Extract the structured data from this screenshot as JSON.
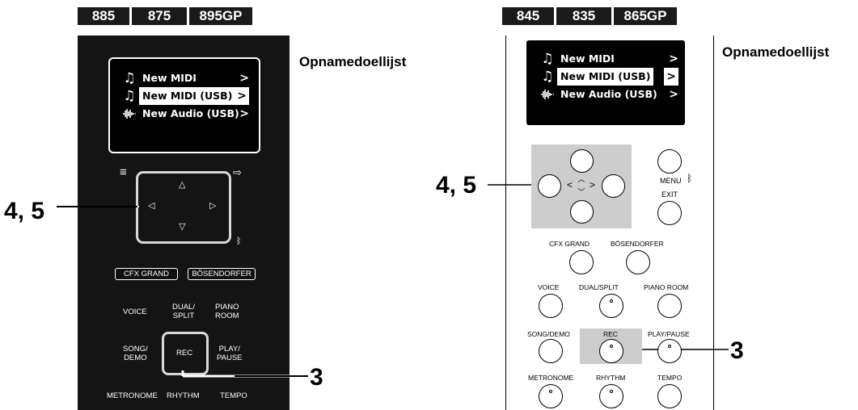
{
  "left_models": [
    "885",
    "875",
    "895GP"
  ],
  "right_models": [
    "845",
    "835",
    "865GP"
  ],
  "heading_left": "Opnamedoellijst",
  "heading_right": "Opnamedoellijst",
  "step_nav": "4, 5",
  "step_rec": "3",
  "lcd_items": [
    {
      "icon": "music-note-icon",
      "label": "New MIDI",
      "arrow": ">",
      "selected": false
    },
    {
      "icon": "music-note-icon",
      "label": "New MIDI (USB)",
      "arrow": ">",
      "selected": true
    },
    {
      "icon": "waveform-icon",
      "label": "New Audio (USB)",
      "arrow": ">",
      "selected": false
    }
  ],
  "dark_panel": {
    "menu_glyph": "≡",
    "exit_glyph": "⇨",
    "bt_glyph": "ᛒ",
    "cursor_up": "△",
    "cursor_down": "▽",
    "cursor_left": "◁",
    "cursor_right": "▷",
    "tag_left": "CFX GRAND",
    "tag_right": "BÖSENDORFER",
    "row1": [
      "VOICE",
      "DUAL/\nSPLIT",
      "PIANO\nROOM"
    ],
    "row2": [
      "SONG/\nDEMO",
      "REC",
      "PLAY/\nPAUSE"
    ],
    "row3": [
      "METRONOME",
      "RHYTHM",
      "TEMPO"
    ]
  },
  "light_panel": {
    "nav_left": "<",
    "nav_right": ">",
    "nav_up": "︿",
    "nav_down": "﹀",
    "menu_label": "MENU",
    "bt_glyph": "ᛒ",
    "exit_label": "EXIT",
    "tones": [
      "CFX GRAND",
      "BÖSENDORFER"
    ],
    "row1": [
      "VOICE",
      "DUAL/SPLIT",
      "PIANO ROOM"
    ],
    "row2": [
      "SONG/DEMO",
      "REC",
      "PLAY/PAUSE"
    ],
    "row3": [
      "METRONOME",
      "RHYTHM",
      "TEMPO"
    ]
  }
}
